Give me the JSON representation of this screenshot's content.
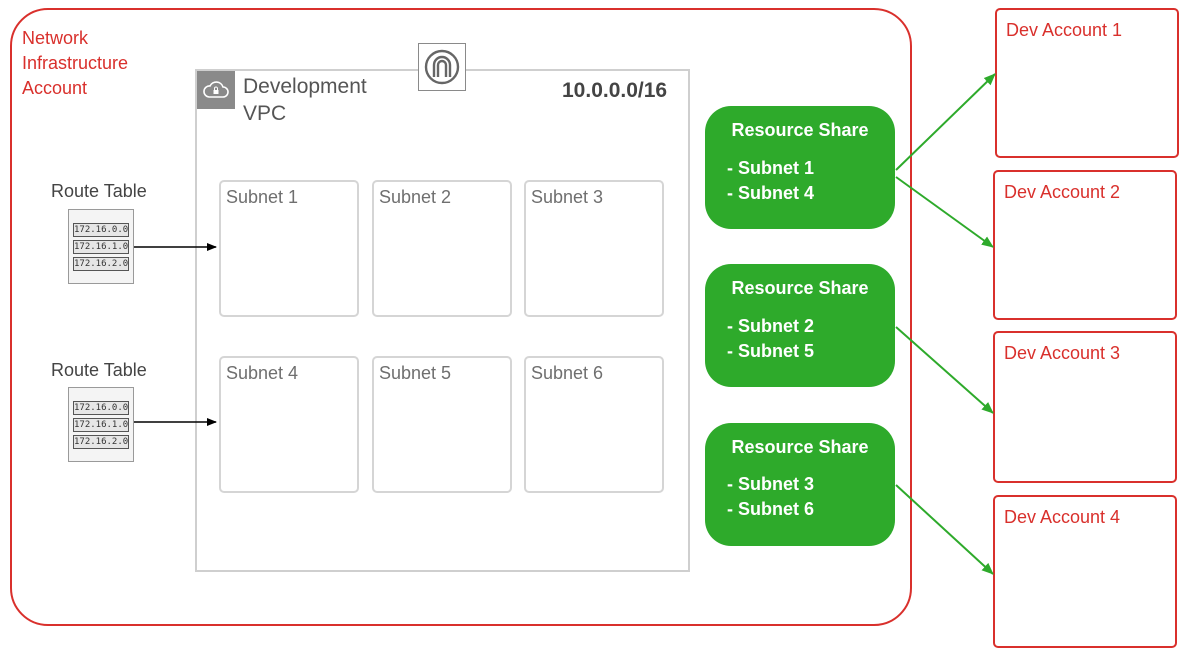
{
  "infra_account": {
    "label": "Network Infrastructure Account"
  },
  "vpc": {
    "title": "Development VPC",
    "cidr": "10.0.0.0/16",
    "subnets": [
      "Subnet 1",
      "Subnet 2",
      "Subnet 3",
      "Subnet 4",
      "Subnet 5",
      "Subnet 6"
    ]
  },
  "route_tables": [
    {
      "label": "Route Table",
      "entries": [
        "172.16.0.0",
        "172.16.1.0",
        "172.16.2.0"
      ]
    },
    {
      "label": "Route Table",
      "entries": [
        "172.16.0.0",
        "172.16.1.0",
        "172.16.2.0"
      ]
    }
  ],
  "resource_shares": [
    {
      "title": "Resource Share",
      "items": [
        "- Subnet 1",
        "- Subnet 4"
      ]
    },
    {
      "title": "Resource Share",
      "items": [
        "- Subnet 2",
        "- Subnet 5"
      ]
    },
    {
      "title": "Resource Share",
      "items": [
        "- Subnet 3",
        "- Subnet 6"
      ]
    }
  ],
  "dev_accounts": [
    "Dev Account 1",
    "Dev Account 2",
    "Dev Account 3",
    "Dev Account 4"
  ],
  "colors": {
    "account_border": "#d9302c",
    "share_fill": "#2eaa2b",
    "share_arrow": "#2eaa2b"
  },
  "icons": {
    "vpc": "cloud-lock-icon",
    "gateway": "internet-gateway-icon",
    "route_table": "route-table-icon"
  }
}
